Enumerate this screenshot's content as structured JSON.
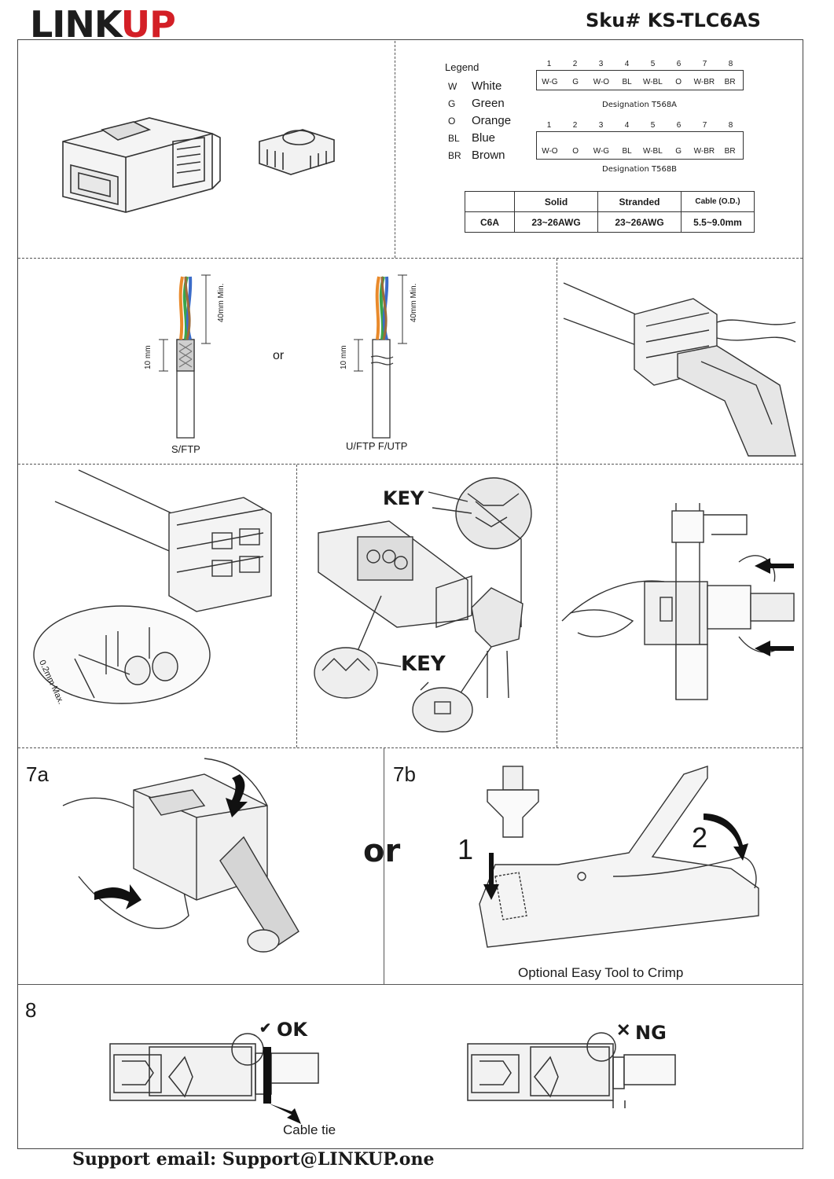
{
  "header": {
    "logo_link": "LINK",
    "logo_up": "UP",
    "sku": "Sku# KS-TLC6AS"
  },
  "legend": {
    "title": "Legend",
    "items": [
      {
        "code": "W",
        "name": "White"
      },
      {
        "code": "G",
        "name": "Green"
      },
      {
        "code": "O",
        "name": "Orange"
      },
      {
        "code": "BL",
        "name": "Blue"
      },
      {
        "code": "BR",
        "name": "Brown"
      }
    ]
  },
  "pin_numbers": [
    "1",
    "2",
    "3",
    "4",
    "5",
    "6",
    "7",
    "8"
  ],
  "t568a": {
    "pins": [
      "W-G",
      "G",
      "W-O",
      "BL",
      "W-BL",
      "O",
      "W-BR",
      "BR"
    ],
    "label": "Designation T568A"
  },
  "t568b": {
    "pins": [
      "W-O",
      "O",
      "W-G",
      "BL",
      "W-BL",
      "G",
      "W-BR",
      "BR"
    ],
    "label": "Designation T568B"
  },
  "spec_table": {
    "headers": [
      "",
      "Solid",
      "Stranded",
      "Cable (O.D.)"
    ],
    "row": [
      "C6A",
      "23~26AWG",
      "23~26AWG",
      "5.5~9.0mm"
    ]
  },
  "cable_prep": {
    "dim_40": "40mm Min.",
    "dim_10": "10 mm",
    "or": "or",
    "sftp": "S/FTP",
    "uftp": "U/FTP  F/UTP"
  },
  "step5": {
    "max": "0.2mm Max."
  },
  "step6": {
    "key_top": "KEY",
    "key_bottom": "KEY"
  },
  "step7": {
    "label_a": "7a",
    "label_b": "7b",
    "or": "or",
    "arrow1": "1",
    "arrow2": "2",
    "caption": "Optional Easy Tool to Crimp"
  },
  "step8": {
    "label": "8",
    "ok": "OK",
    "ng": "NG",
    "cable_tie": "Cable tie"
  },
  "footer": {
    "support": "Support email: Support@LINKUP.one"
  }
}
